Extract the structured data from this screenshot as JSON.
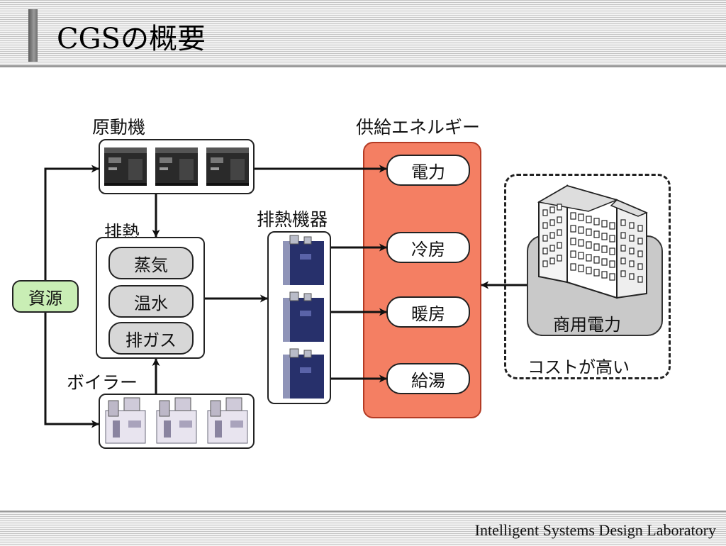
{
  "slide": {
    "title": "CGSの概要"
  },
  "footer": {
    "text": "Intelligent Systems Design Laboratory"
  },
  "diagram": {
    "prime_mover_label": "原動機",
    "exhaust_heat_label": "排熱",
    "heat_types": [
      "蒸気",
      "温水",
      "排ガス"
    ],
    "boiler_label": "ボイラー",
    "resource_label": "資源",
    "heat_equipment_label": "排熱機器",
    "supply_label": "供給エネルギー",
    "supply_items": [
      "電力",
      "冷房",
      "暖房",
      "給湯"
    ],
    "grid_label": "商用電力",
    "cost_label": "コストが高い"
  },
  "colors": {
    "supply_panel": "#f47f63",
    "resource_pill": "#c9eeb5",
    "heat_pill": "#d7d7d7"
  }
}
